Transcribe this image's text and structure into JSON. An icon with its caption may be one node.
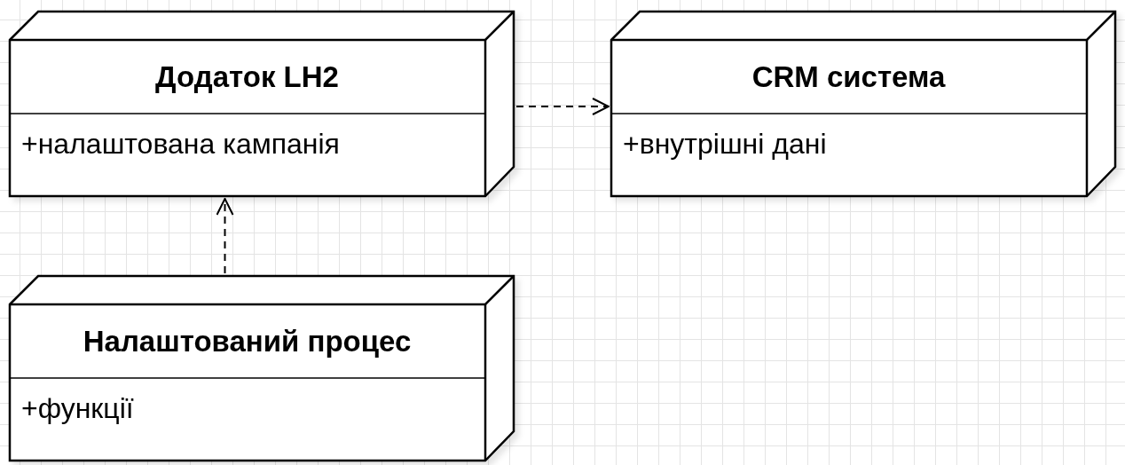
{
  "diagram": {
    "nodes": [
      {
        "text": [
          "Додаток LH2",
          "+налаштована кампанія"
        ]
      },
      {
        "text": [
          "CRM система",
          "+внутрішні дані"
        ]
      },
      {
        "text": [
          "Налаштований процес",
          "+функції"
        ]
      }
    ],
    "edges": [
      {
        "from": 0,
        "to": 1,
        "arrow": "to",
        "style": "dashed"
      },
      {
        "from": 2,
        "to": 0,
        "arrow": "to",
        "style": "dashed"
      }
    ]
  }
}
